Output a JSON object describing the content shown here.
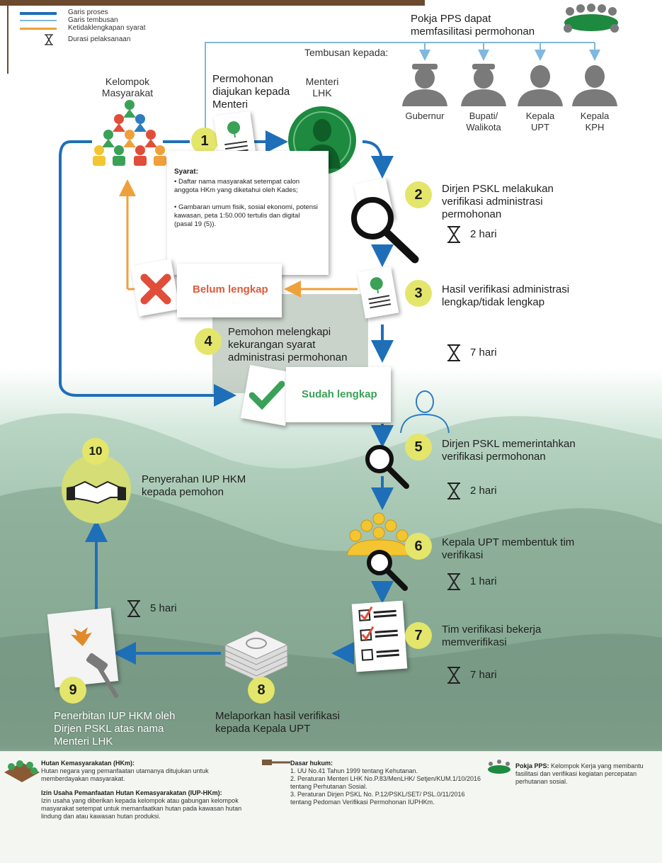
{
  "legend": {
    "items": [
      {
        "label": "Garis proses",
        "color": "#1e6fb8"
      },
      {
        "label": "Garis tembusan",
        "color": "#7fb8e0"
      },
      {
        "label": "Ketidaklengkapan syarat",
        "color": "#f0a03a"
      },
      {
        "label": "Durasi pelaksanaan",
        "icon": "hourglass-icon"
      }
    ]
  },
  "pokja": {
    "title": "Pokja PPS dapat memfasilitasi permohonan",
    "tembusan_label": "Tembusan kepada:"
  },
  "recipients": [
    "Gubernur",
    "Bupati/ Walikota",
    "Kepala UPT",
    "Kepala KPH"
  ],
  "kelompok_label": "Kelompok Masyarakat",
  "menteri_label": "Menteri LHK",
  "steps": [
    {
      "n": "1",
      "text": "Permohonan diajukan kepada Menteri"
    },
    {
      "n": "2",
      "text": "Dirjen PSKL melakukan verifikasi administrasi permohonan",
      "duration": "2 hari"
    },
    {
      "n": "3",
      "text": "Hasil verifikasi administrasi lengkap/tidak lengkap",
      "duration": "7 hari"
    },
    {
      "n": "4",
      "text": "Pemohon melengkapi kekurangan syarat administrasi permohonan"
    },
    {
      "n": "5",
      "text": "Dirjen PSKL memerintahkan verifikasi permohonan",
      "duration": "2 hari"
    },
    {
      "n": "6",
      "text": "Kepala UPT membentuk tim verifikasi",
      "duration": "1 hari"
    },
    {
      "n": "7",
      "text": "Tim verifikasi bekerja memverifikasi",
      "duration": "7 hari"
    },
    {
      "n": "8",
      "text": "Melaporkan hasil verifikasi kepada Kepala UPT"
    },
    {
      "n": "9",
      "text": "Penerbitan IUP HKM oleh Dirjen PSKL atas nama Menteri LHK",
      "duration": "5 hari"
    },
    {
      "n": "10",
      "text": "Penyerahan IUP HKM kepada pemohon"
    }
  ],
  "syarat": {
    "title": "Syarat:",
    "items": [
      "Daftar nama masyarakat setempat calon anggota HKm yang diketahui oleh Kades;",
      "Gambaran umum fisik, sosial ekonomi, potensi kawasan, peta 1:50.000 tertulis dan digital (pasal 19 (5))."
    ]
  },
  "belum_lengkap": "Belum lengkap",
  "sudah_lengkap": "Sudah lengkap",
  "footer": {
    "hkm_title": "Hutan Kemasyarakatan (HKm):",
    "hkm_text": "Hutan negara yang pemanfaatan utamanya ditujukan untuk memberdayakan masyarakat.",
    "iup_title": "Izin Usaha Pemanfaatan Hutan Kemasyarakatan (IUP-HKm):",
    "iup_text": "Izin usaha yang diberikan kepada kelompok atau gabungan kelompok masyarakat setempat untuk memanfaatkan hutan pada kawasan hutan lindung dan atau kawasan hutan produksi.",
    "dasar_title": "Dasar hukum:",
    "dasar_items": [
      "1. UU No.41 Tahun 1999 tentang Kehutanan.",
      "2. Peraturan Menteri LHK No.P.83/MenLHK/ Setjen/KUM.1/10/2016 tentang Perhutanan Sosial.",
      "3. Peraturan Dirjen PSKL No. P.12/PSKL/SET/ PSL.0/11/2016 tentang Pedoman Verifikasi Permohonan IUPHKm."
    ],
    "pokja_title": "Pokja PPS:",
    "pokja_text": "Kelompok Kerja yang membantu fasilitasi dan verifikasi kegiatan percepatan perhutanan sosial."
  }
}
